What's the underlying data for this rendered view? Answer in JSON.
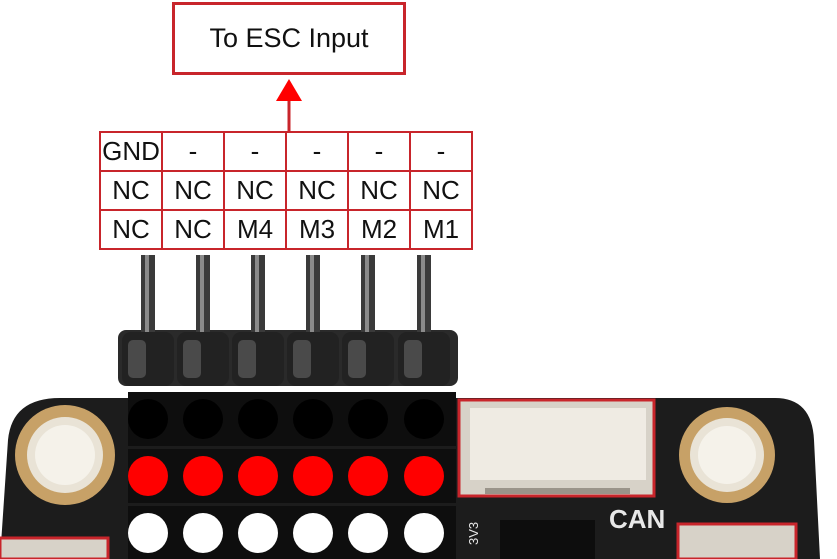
{
  "callout": {
    "label": "To ESC Input"
  },
  "pin_table": [
    [
      "GND",
      "-",
      "-",
      "-",
      "-",
      "-"
    ],
    [
      "NC",
      "NC",
      "NC",
      "NC",
      "NC",
      "NC"
    ],
    [
      "NC",
      "NC",
      "M4",
      "M3",
      "M2",
      "M1"
    ]
  ],
  "board": {
    "silkscreen_can": "CAN",
    "silkscreen_3v3": "3V3"
  },
  "colors": {
    "accent_red": "#c8252b",
    "pad_black": "#000000",
    "pad_red": "#ff0000",
    "pad_white": "#ffffff",
    "board": "#1a1a1a",
    "mount_ring": "#c9a46a"
  }
}
